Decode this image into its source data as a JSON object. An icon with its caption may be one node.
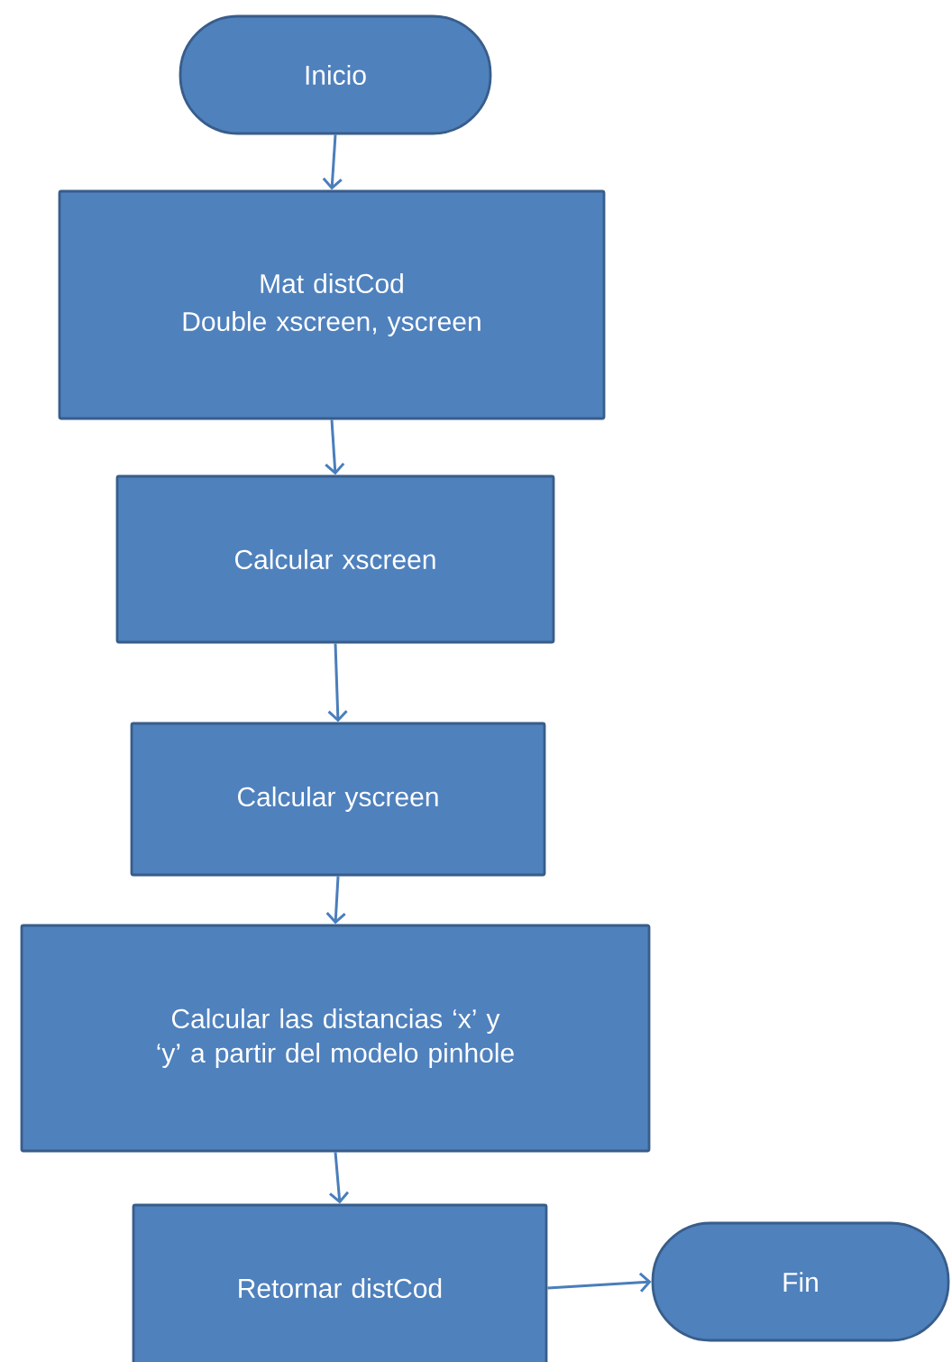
{
  "diagram": {
    "nodes": [
      {
        "text": [
          "Inicio"
        ]
      },
      {
        "text": [
          "Mat distCod",
          "Double xscreen, yscreen"
        ]
      },
      {
        "text": [
          "Calcular xscreen"
        ]
      },
      {
        "text": [
          "Calcular yscreen"
        ]
      },
      {
        "text": [
          "Calcular las distancias ‘x’ y ‘y’ a partir del modelo pinhole"
        ]
      },
      {
        "text": [
          "Retornar distCod"
        ]
      },
      {
        "text": [
          "Fin"
        ]
      }
    ],
    "edges": [
      {
        "from": 0,
        "to": 1,
        "arrow": "to"
      },
      {
        "from": 1,
        "to": 2,
        "arrow": "to"
      },
      {
        "from": 2,
        "to": 3,
        "arrow": "to"
      },
      {
        "from": 3,
        "to": 4,
        "arrow": "to"
      },
      {
        "from": 4,
        "to": 5,
        "arrow": "to"
      },
      {
        "from": 5,
        "to": 6,
        "arrow": "to"
      }
    ]
  }
}
